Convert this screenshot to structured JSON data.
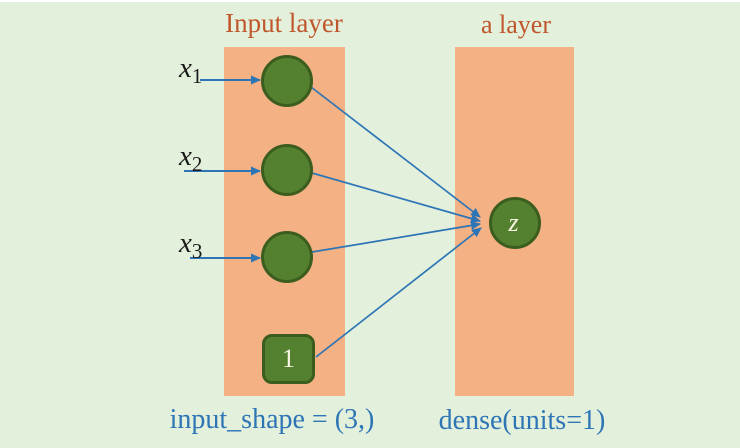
{
  "colors": {
    "background": "#E3F0DC",
    "layer_box": "#F4B183",
    "node_fill": "#54812F",
    "node_border": "#3B5D1E",
    "node_text": "#F7F4E3",
    "arrow": "#2E75B6",
    "title": "#C0572C",
    "caption": "#2E75B6"
  },
  "input_layer": {
    "title": "Input layer",
    "caption": "input_shape = (3,)",
    "nodes": [
      {
        "base": "x",
        "sub": "1"
      },
      {
        "base": "x",
        "sub": "2"
      },
      {
        "base": "x",
        "sub": "3"
      }
    ],
    "bias_label": "1"
  },
  "dense_layer": {
    "title": "a layer",
    "caption": "dense(units=1)",
    "node_label": "z"
  }
}
